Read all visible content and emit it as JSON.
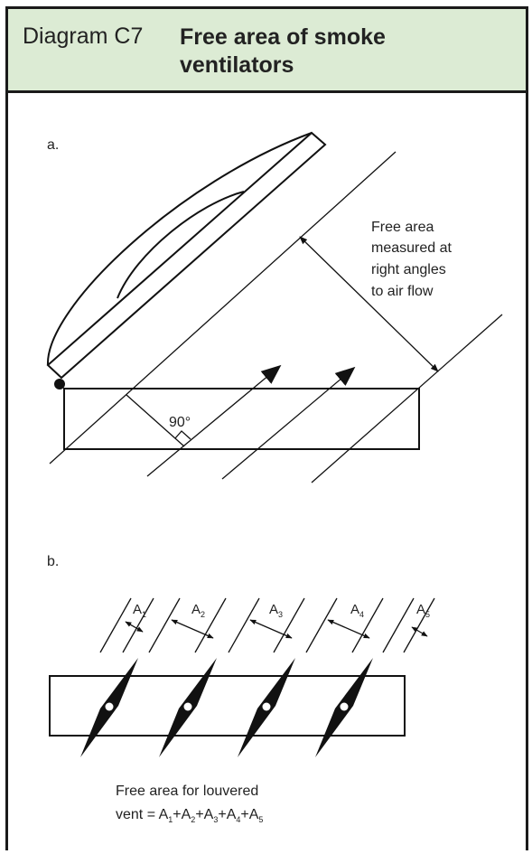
{
  "header": {
    "label": "Diagram C7",
    "title": "Free area of smoke ventilators"
  },
  "part_a": {
    "label": "a.",
    "annotation": [
      "Free area",
      "measured at",
      "right angles",
      "to air flow"
    ],
    "angle_label": "90°"
  },
  "part_b": {
    "label": "b.",
    "gap_labels": [
      {
        "base": "A",
        "sub": "1"
      },
      {
        "base": "A",
        "sub": "2"
      },
      {
        "base": "A",
        "sub": "3"
      },
      {
        "base": "A",
        "sub": "4"
      },
      {
        "base": "A",
        "sub": "5"
      }
    ],
    "caption_line1": "Free area for louvered",
    "caption_line2_prefix": "vent = ",
    "caption_terms": [
      {
        "base": "A",
        "sub": "1"
      },
      {
        "base": "A",
        "sub": "2"
      },
      {
        "base": "A",
        "sub": "3"
      },
      {
        "base": "A",
        "sub": "4"
      },
      {
        "base": "A",
        "sub": "5"
      }
    ],
    "caption_operator": "+"
  }
}
